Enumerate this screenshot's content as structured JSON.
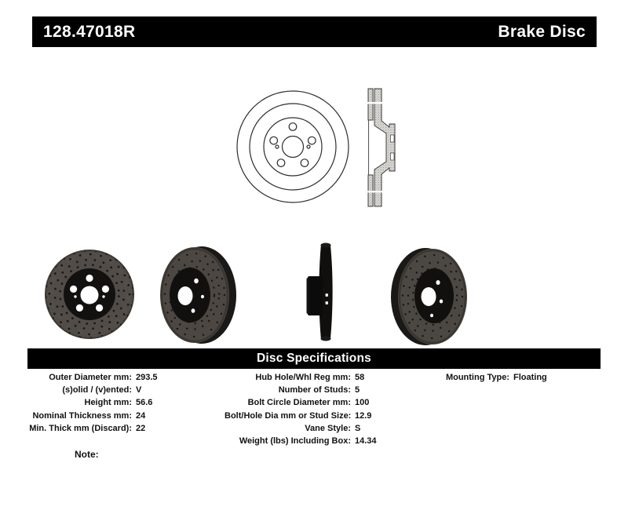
{
  "header": {
    "part_number": "128.47018R",
    "title": "Brake Disc"
  },
  "spec_section": {
    "heading": "Disc Specifications"
  },
  "specs": {
    "left": [
      {
        "label": "Outer Diameter mm:",
        "value": "293.5"
      },
      {
        "label": "(s)olid / (v)ented:",
        "value": "V"
      },
      {
        "label": "Height mm:",
        "value": "56.6"
      },
      {
        "label": "Nominal Thickness mm:",
        "value": "24"
      },
      {
        "label": "Min. Thick mm (Discard):",
        "value": "22"
      }
    ],
    "middle": [
      {
        "label": "Hub Hole/Whl Reg mm:",
        "value": "58"
      },
      {
        "label": "Number of Studs:",
        "value": "5"
      },
      {
        "label": "Bolt Circle Diameter mm:",
        "value": "100"
      },
      {
        "label": "Bolt/Hole Dia mm or Stud Size:",
        "value": "12.9"
      },
      {
        "label": "Vane Style:",
        "value": "S"
      },
      {
        "label": "Weight (lbs) Including Box:",
        "value": "14.34"
      }
    ],
    "right": [
      {
        "label": "Mounting Type:",
        "value": "Floating"
      }
    ]
  },
  "note": {
    "label": "Note:"
  },
  "images": {
    "front_view_drawing": "technical line drawing, brake disc front view",
    "cross_section_drawing": "technical line drawing, vented disc cross-section",
    "photo_front": "drilled rotor photo, front view",
    "photo_angled_right": "drilled rotor photo, three-quarter view facing left",
    "photo_edge": "drilled rotor photo, edge-on view",
    "photo_angled_left": "drilled rotor photo, three-quarter view facing right"
  },
  "colors": {
    "bar_background": "#000000",
    "bar_text": "#ffffff",
    "rotor_gray": "#4e4a45",
    "hub_black": "#131110",
    "line_drawing_stroke": "#2e2e2e"
  }
}
